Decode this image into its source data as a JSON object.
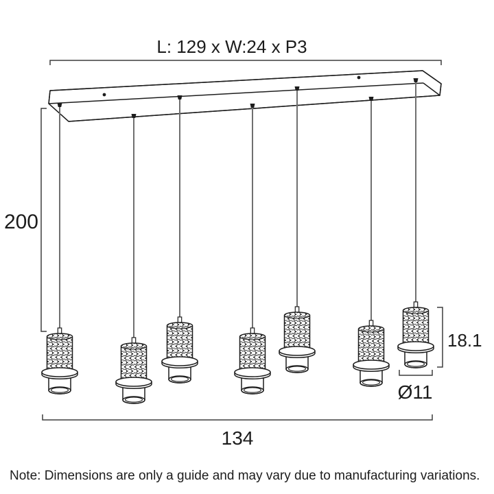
{
  "drawing": {
    "type": "pendant-light-dimension-diagram",
    "pendant_count": 7,
    "labels": {
      "canopy_size": "L: 129 x W:24 x P3",
      "drop_height": "200",
      "shade_height": "18.1",
      "shade_diameter": "Ø11",
      "overall_length": "134"
    },
    "note": "Note: Dimensions are only a guide and may vary due to manufacturing variations.",
    "colors": {
      "background": "#ffffff",
      "outline": "#1d1d1d",
      "dimension_line": "#3d3d3d",
      "cord": "#6f6f6f",
      "text": "#1c1c1c"
    }
  }
}
